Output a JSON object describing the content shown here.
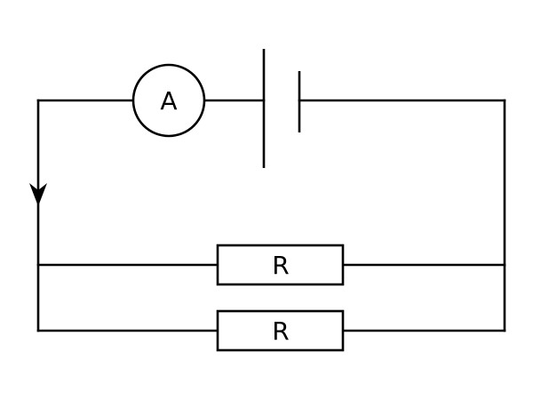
{
  "ammeter": {
    "label": "A"
  },
  "resistors": [
    {
      "label": "R"
    },
    {
      "label": "R"
    }
  ],
  "colors": {
    "line": "#000000",
    "background": "#ffffff"
  }
}
